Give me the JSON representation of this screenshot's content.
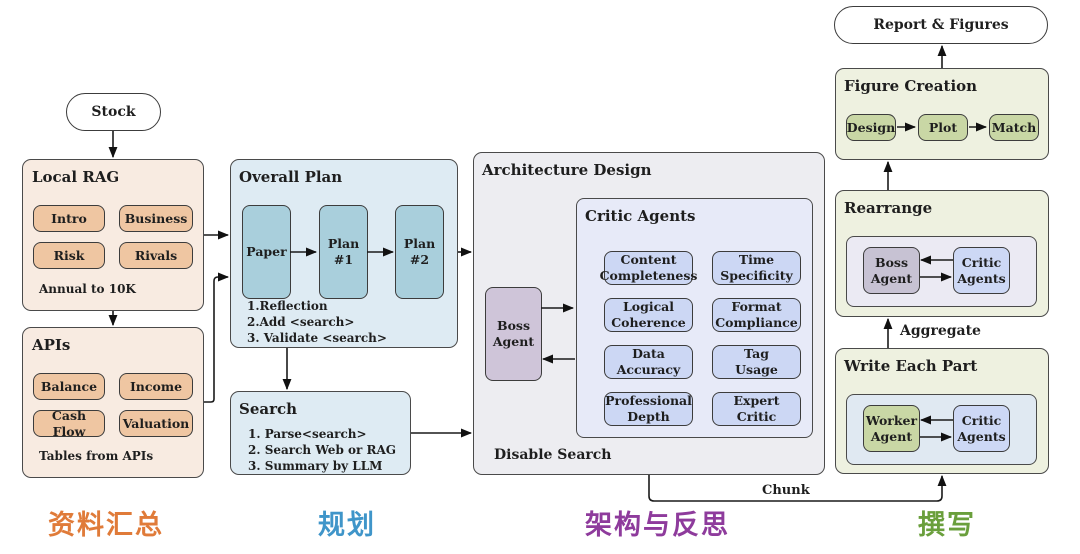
{
  "colors": {
    "stage_collect": "#e07b39",
    "stage_plan": "#3f95c9",
    "stage_arch": "#8e3b9c",
    "stage_write": "#6a9f3c"
  },
  "start": {
    "label": "Stock"
  },
  "end": {
    "label": "Report & Figures"
  },
  "local_rag": {
    "title": "Local RAG",
    "chips": [
      "Intro",
      "Business",
      "Risk",
      "Rivals"
    ],
    "note": "Annual to 10K"
  },
  "apis": {
    "title": "APIs",
    "chips": [
      "Balance",
      "Income",
      "Cash Flow",
      "Valuation"
    ],
    "note": "Tables from APIs"
  },
  "overall_plan": {
    "title": "Overall Plan",
    "nodes": [
      "Paper",
      "Plan\n#1",
      "Plan\n#2"
    ],
    "steps": [
      "1.Reflection",
      "2.Add <search>",
      "3. Validate <search>"
    ]
  },
  "search": {
    "title": "Search",
    "steps": [
      "1. Parse<search>",
      "2. Search Web or RAG",
      "3. Summary by LLM"
    ]
  },
  "architecture": {
    "title": "Architecture Design",
    "boss": "Boss\nAgent",
    "note": "Disable Search",
    "critic_agents": {
      "title": "Critic Agents",
      "items": [
        "Content\nCompleteness",
        "Time\nSpecificity",
        "Logical\nCoherence",
        "Format\nCompliance",
        "Data\nAccuracy",
        "Tag\nUsage",
        "Professional\nDepth",
        "Expert\nCritic"
      ]
    }
  },
  "figure_creation": {
    "title": "Figure Creation",
    "steps": [
      "Design",
      "Plot",
      "Match"
    ]
  },
  "rearrange": {
    "title": "Rearrange",
    "left": "Boss\nAgent",
    "right": "Critic\nAgents"
  },
  "write_each_part": {
    "title": "Write Each Part",
    "left": "Worker\nAgent",
    "right": "Critic\nAgents"
  },
  "edge_labels": {
    "aggregate": "Aggregate",
    "chunk": "Chunk"
  },
  "stages": [
    "资料汇总",
    "规划",
    "架构与反思",
    "撰写"
  ]
}
